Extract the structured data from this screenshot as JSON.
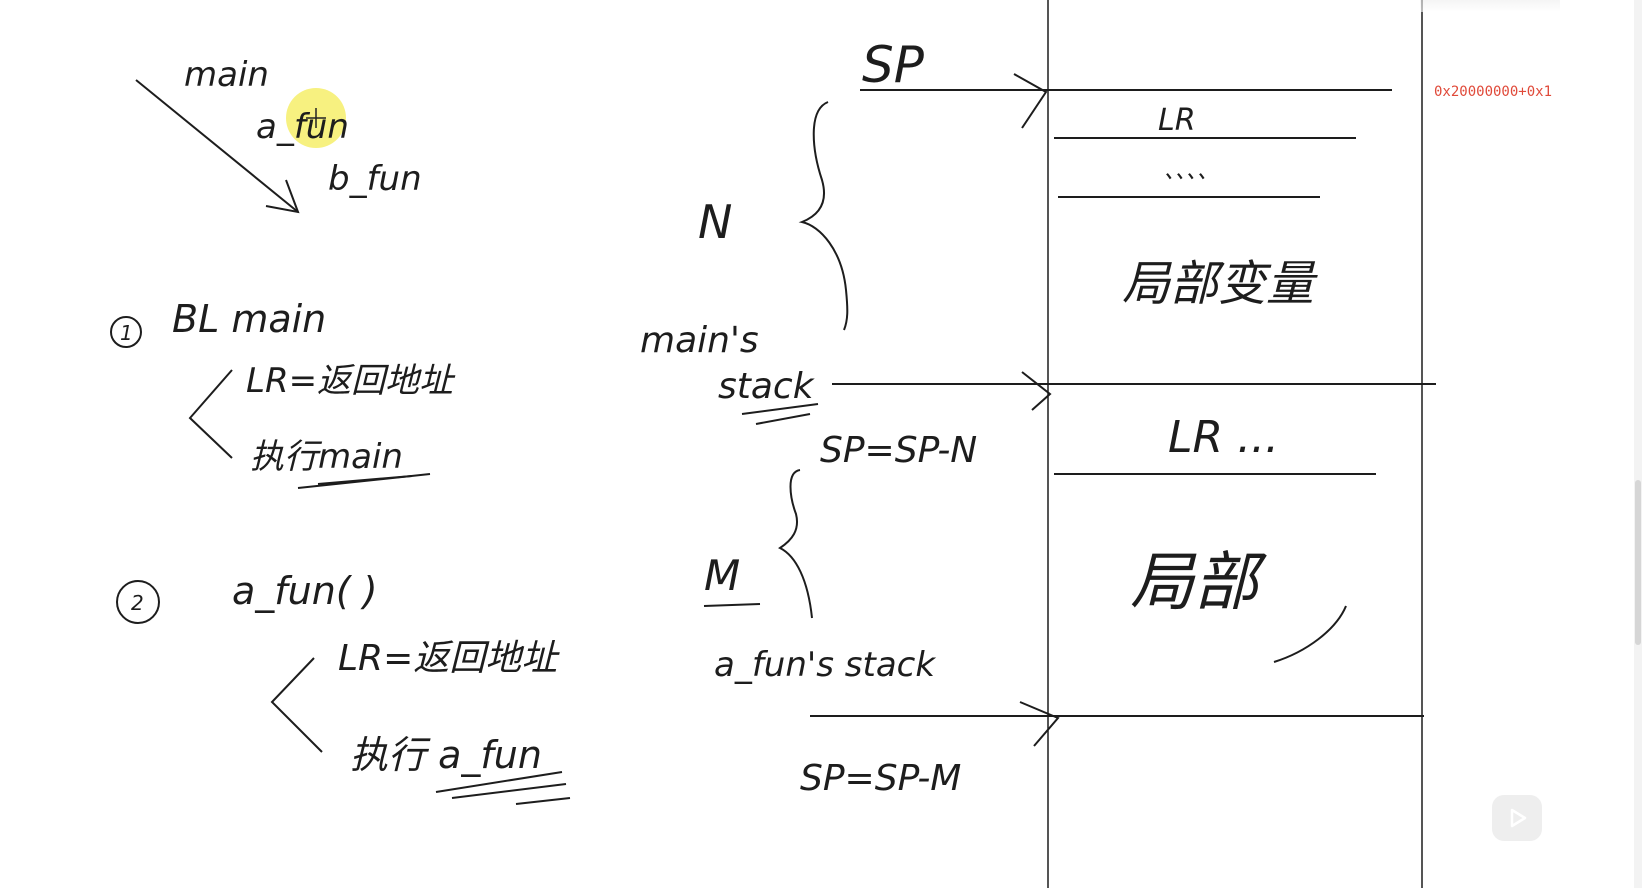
{
  "call_chain": [
    "main",
    "a_fun",
    "b_fun"
  ],
  "step1": {
    "number": "①",
    "instruction": "BL main",
    "action1": "LR=返回地址",
    "action2": "执行main"
  },
  "step2": {
    "number": "②",
    "instruction": "a_fun( )",
    "action1": "LR=返回地址",
    "action2": "执行 a_fun"
  },
  "labels": {
    "sp_top": "SP",
    "n": "N",
    "mains_stack": "main's stack",
    "sp_minus_n": "SP=SP-N",
    "m": "M",
    "afun_stack": "a_fun's stack",
    "sp_minus_m": "SP=SP-M"
  },
  "stack_main": {
    "lr": "LR",
    "dots": "、、、、",
    "locals": "局部变量"
  },
  "stack_afun": {
    "lr": "LR ...",
    "locals": "局部"
  },
  "address": "0x20000000+0x1",
  "colors": {
    "ink": "#1d1d1d",
    "address": "#e04a3a",
    "highlight": "#f6ef6a"
  }
}
